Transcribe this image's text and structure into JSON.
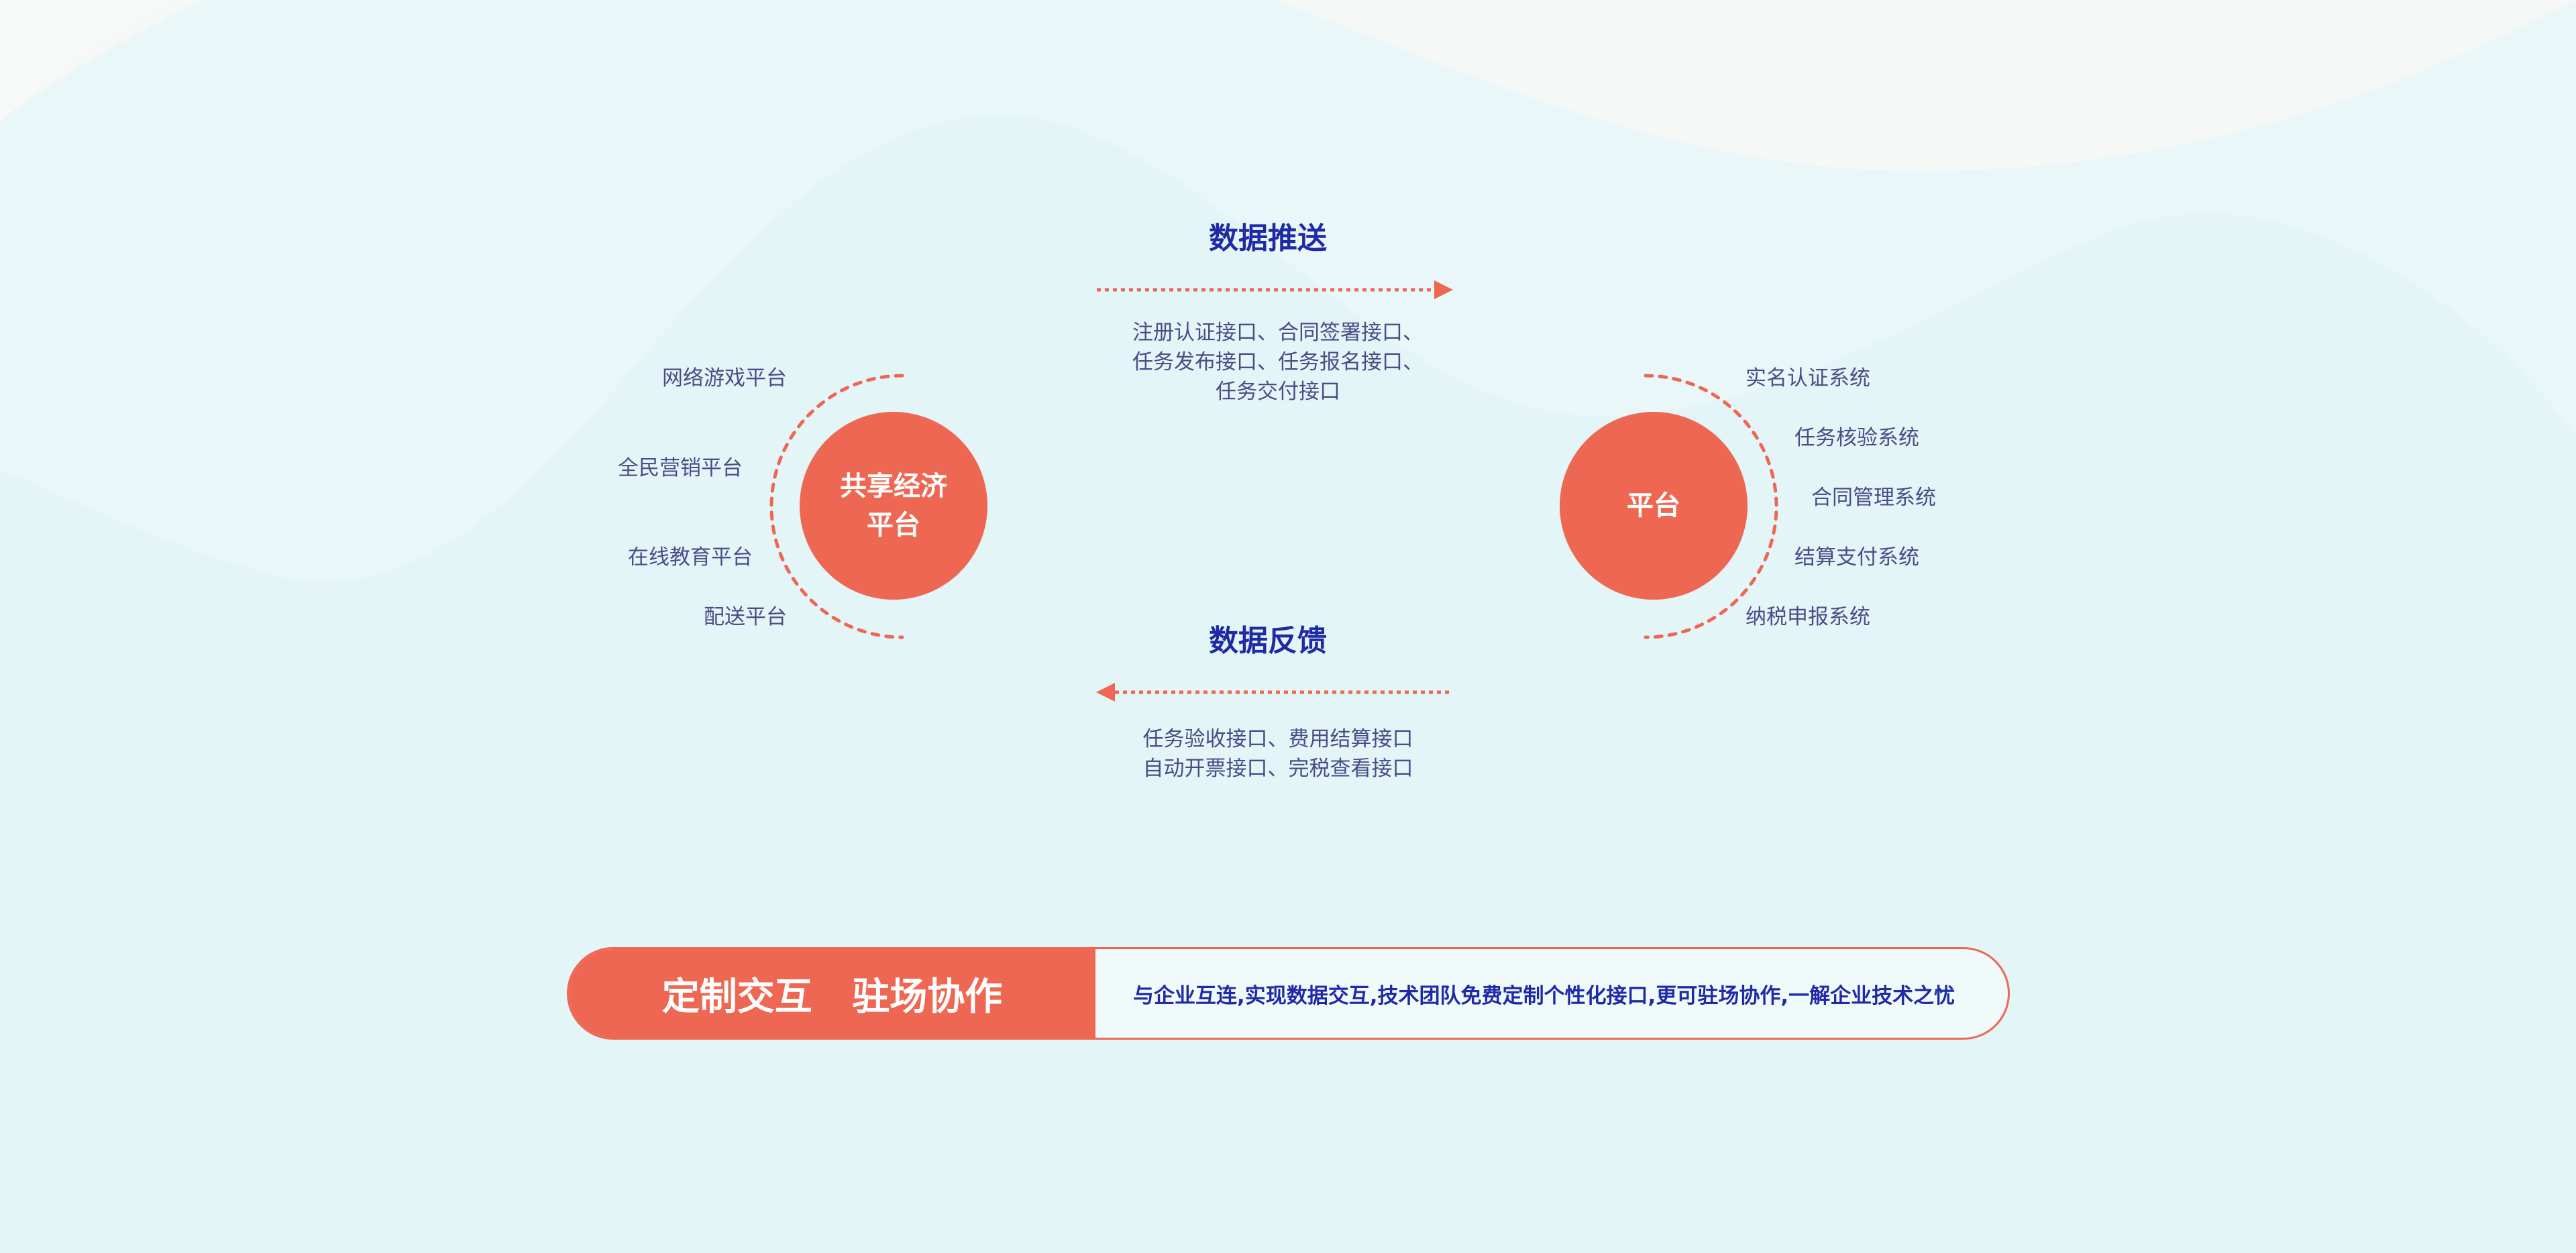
{
  "colors": {
    "accent": "#ee6753",
    "title_blue": "#1f2aa6",
    "text_muted": "#4a4d86",
    "background": "#e3f5f7"
  },
  "left_node": {
    "label": "共享经济\n平台",
    "items": [
      "网络游戏平台",
      "全民营销平台",
      "在线教育平台",
      "配送平台"
    ]
  },
  "right_node": {
    "label": "平台",
    "items": [
      "实名认证系统",
      "任务核验系统",
      "合同管理系统",
      "结算支付系统",
      "纳税申报系统"
    ]
  },
  "push": {
    "title": "数据推送",
    "lines": [
      "注册认证接口、合同签署接口、",
      "任务发布接口、任务报名接口、",
      "任务交付接口"
    ]
  },
  "feedback": {
    "title": "数据反馈",
    "lines": [
      "任务验收接口、费用结算接口",
      "自动开票接口、完税查看接口"
    ]
  },
  "banner": {
    "title": "定制交互 驻场协作",
    "description": "与企业互连,实现数据交互,技术团队免费定制个性化接口,更可驻场协作,一解企业技术之忧"
  }
}
